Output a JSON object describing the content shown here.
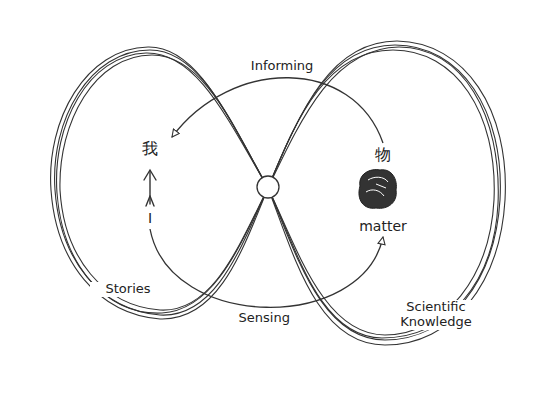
{
  "diagram": {
    "nodes": [
      {
        "text": [
          "我",
          "I"
        ]
      },
      {
        "text": [
          "物",
          "matter"
        ]
      }
    ],
    "edges": [
      {
        "from": 1,
        "to": 0,
        "arrow": "to",
        "label": "Informing"
      },
      {
        "from": 0,
        "to": 1,
        "arrow": "to",
        "label": "Sensing"
      }
    ],
    "labels": [
      "Stories",
      "Scientific Knowledge"
    ]
  }
}
